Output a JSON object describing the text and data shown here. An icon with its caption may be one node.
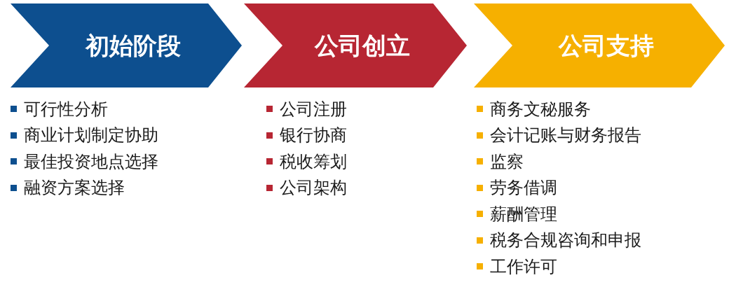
{
  "diagram": {
    "nodes": [
      {
        "text": [
          "初始阶段"
        ],
        "beside": [
          "可行性分析",
          "商业计划制定协助",
          "最佳投资地点选择",
          "融资方案选择"
        ]
      },
      {
        "text": [
          "公司创立"
        ],
        "beside": [
          "公司注册",
          "银行协商",
          "税收筹划",
          "公司架构"
        ]
      },
      {
        "text": [
          "公司支持"
        ],
        "beside": [
          "商务文秘服务",
          "会计记账与财务报告",
          "监察",
          "劳务借调",
          "薪酬管理",
          "税务合规咨询和申报",
          "工作许可"
        ]
      }
    ],
    "edges": []
  }
}
